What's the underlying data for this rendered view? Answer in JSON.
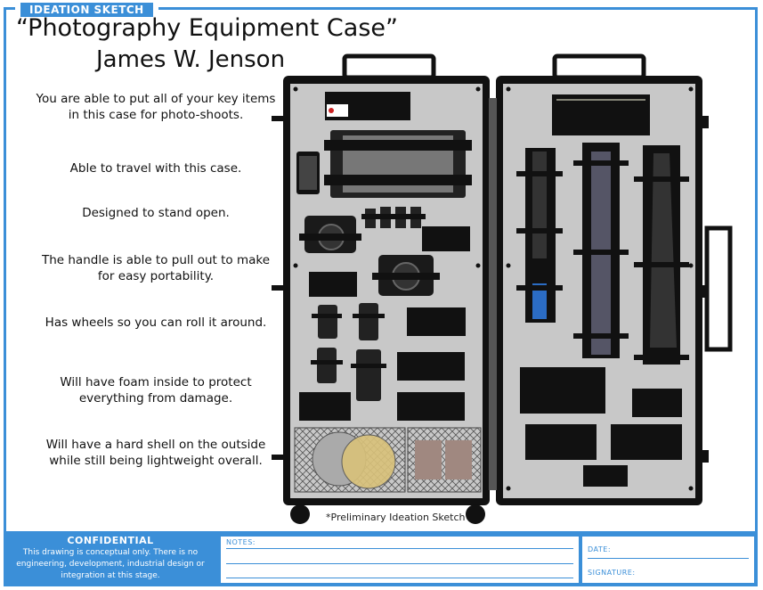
{
  "header": {
    "tag": "IDEATION SKETCH",
    "title": "“Photography Equipment Case”",
    "author": "James W. Jenson"
  },
  "notes": [
    "You are able to put all of your key items in this case for photo-shoots.",
    "Able to travel with this case.",
    "Designed to stand open.",
    "The handle is able to pull out to make for easy portability.",
    "Has wheels so you can roll it around.",
    "Will have foam inside to protect everything from damage.",
    "Will have a hard shell on the outside while still being lightweight overall."
  ],
  "caption": "*Preliminary Ideation Sketch",
  "footer": {
    "confidential_title": "CONFIDENTIAL",
    "confidential_text": "This drawing is conceptual only. There is no engineering, development, industrial design or integration at this stage.",
    "notes_label": "NOTES:",
    "date_label": "DATE:",
    "signature_label": "SIGNATURE:"
  },
  "colors": {
    "accent": "#3b8fd8",
    "case": "#111111",
    "foam": "#c8c8c8"
  }
}
